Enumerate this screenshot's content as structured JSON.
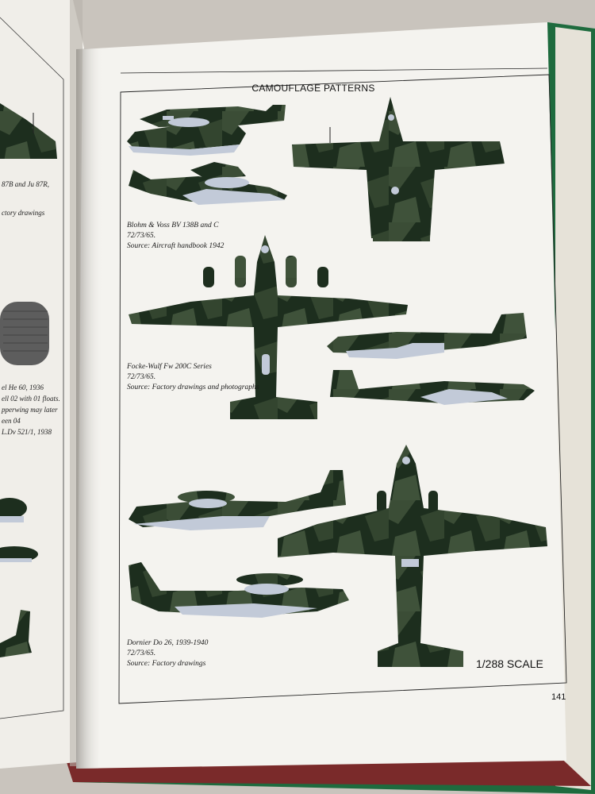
{
  "page": {
    "title": "CAMOUFLAGE PATTERNS",
    "scale": "1/288 SCALE",
    "page_number": "141"
  },
  "captions": [
    {
      "lines": [
        "Blohm & Voss BV 138B and C",
        "72/73/65.",
        "Source: Aircraft handbook 1942"
      ]
    },
    {
      "lines": [
        "Focke-Wulf Fw 200C Series",
        "72/73/65.",
        "Source: Factory drawings and photographs"
      ]
    },
    {
      "lines": [
        "Dornier Do 26, 1939-1940",
        "72/73/65.",
        "Source: Factory drawings"
      ]
    }
  ],
  "left_page_fragments": [
    "87B and Ju 87R,",
    "ctory drawings",
    "el He 60, 1936",
    "ell 02 with 01 floats.",
    "pperwing may later",
    "een 04",
    "L.Dv 521/1, 1938"
  ],
  "colors": {
    "camo_dark": "#1d2e1e",
    "camo_light": "#3a4d35",
    "underside": "#c2cad8",
    "page": "#f4f3ef",
    "book_edge_green": "#1e6b3e",
    "book_cover_red": "#7a2a2a"
  }
}
